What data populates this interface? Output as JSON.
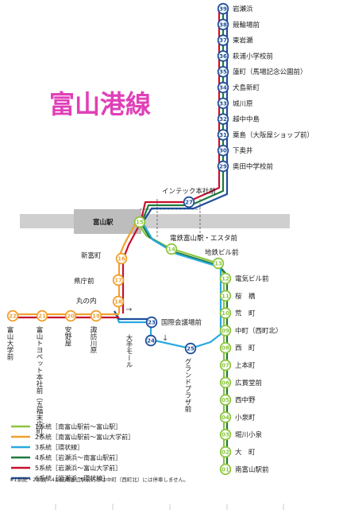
{
  "title": "富山港線",
  "toyama_station": "富山駅",
  "colors": {
    "line1": "#8dc63f",
    "line2": "#f0a030",
    "line3": "#29a9e0",
    "line4": "#1e7a3c",
    "line5": "#c8102e",
    "line6": "#1f4e9a",
    "title": "#e040b8"
  },
  "stations_top": [
    {
      "num": "39",
      "name": "岩瀬浜"
    },
    {
      "num": "38",
      "name": "競輪場前"
    },
    {
      "num": "37",
      "name": "東岩瀬"
    },
    {
      "num": "36",
      "name": "萩浦小学校前"
    },
    {
      "num": "35",
      "name": "蓮町（馬場記念公園前）"
    },
    {
      "num": "34",
      "name": "犬島新町"
    },
    {
      "num": "33",
      "name": "城川原"
    },
    {
      "num": "32",
      "name": "越中中島"
    },
    {
      "num": "31",
      "name": "粟島（大阪屋ショップ前）"
    },
    {
      "num": "30",
      "name": "下奥井"
    },
    {
      "num": "29",
      "name": "奥田中学校前"
    }
  ],
  "station_27": {
    "num": "27",
    "name": "インテック本社前"
  },
  "station_15": {
    "num": "15",
    "name": "富山駅"
  },
  "station_14": {
    "num": "14",
    "name": "電鉄富山駅・エスタ前"
  },
  "station_13": {
    "num": "13",
    "name": "地鉄ビル前"
  },
  "stations_bottom": [
    {
      "num": "12",
      "name": "電気ビル前"
    },
    {
      "num": "11",
      "name": "桜　橋"
    },
    {
      "num": "10",
      "name": "荒　町"
    },
    {
      "num": "09",
      "name": "中町（西町北）"
    },
    {
      "num": "08",
      "name": "西　町"
    },
    {
      "num": "07",
      "name": "上本町"
    },
    {
      "num": "06",
      "name": "広貫堂前"
    },
    {
      "num": "05",
      "name": "西中野"
    },
    {
      "num": "04",
      "name": "小泉町"
    },
    {
      "num": "03",
      "name": "堀川小泉"
    },
    {
      "num": "02",
      "name": "大　町"
    },
    {
      "num": "01",
      "name": "南富山駅前"
    }
  ],
  "stations_left": [
    {
      "num": "16",
      "name": "新富町"
    },
    {
      "num": "17",
      "name": "県庁前"
    },
    {
      "num": "18",
      "name": "丸の内"
    }
  ],
  "stations_branch": [
    {
      "num": "19",
      "name": "諏訪川原"
    },
    {
      "num": "20",
      "name": "安野屋"
    },
    {
      "num": "21",
      "name": "富山トヨペット本社前（五福末広町）"
    },
    {
      "num": "22",
      "name": "富山大学前"
    }
  ],
  "stations_loop": [
    {
      "num": "23",
      "name": "国際会議場前"
    },
    {
      "num": "24",
      "name": "大手モール"
    },
    {
      "num": "25",
      "name": "グランドプラザ前"
    }
  ],
  "legend": [
    {
      "label": "1系統［南富山駅前〜富山駅］",
      "color_key": "line1"
    },
    {
      "label": "2系統［南富山駅前〜富山大学前］",
      "color_key": "line2"
    },
    {
      "label": "3系統［環状線］",
      "color_key": "line3"
    },
    {
      "label": "4系統［岩瀬浜〜南富山駅前］",
      "color_key": "line4"
    },
    {
      "label": "5系統［岩瀬浜〜富山大学前］",
      "color_key": "line5"
    },
    {
      "label": "6系統［岩瀬浜〜環状線］",
      "color_key": "line6"
    }
  ],
  "note": "※1系統・2系統・4系統南富山駅前行きは中町（西町北）には停車しません。"
}
